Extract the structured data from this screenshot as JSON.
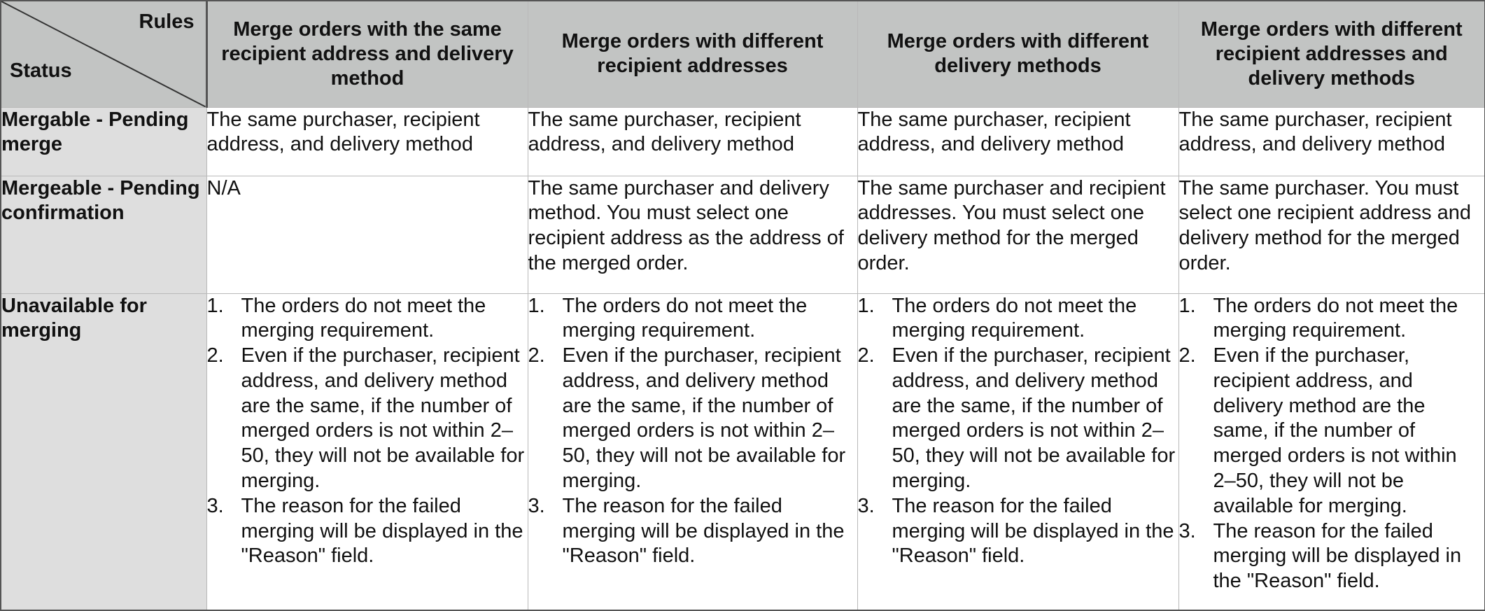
{
  "table": {
    "corner": {
      "top_label": "Rules",
      "bottom_label": "Status"
    },
    "columns": [
      "Merge orders with the same recipient address and delivery method",
      "Merge orders with different recipient addresses",
      "Merge orders with different delivery methods",
      "Merge orders with different recipient addresses and delivery methods"
    ],
    "rows": [
      {
        "status": "Mergable - Pending merge",
        "cells": [
          "The same purchaser, recipient address, and delivery method",
          "The same purchaser, recipient address, and delivery method",
          "The same purchaser, recipient address, and delivery method",
          "The same purchaser, recipient address, and delivery method"
        ]
      },
      {
        "status": "Mergeable - Pending confirmation",
        "cells": [
          "N/A",
          "The same purchaser and delivery method. You must select one recipient address as the address of the merged order.",
          "The same purchaser and recipient addresses. You must select one delivery method for the merged order.",
          "The same purchaser. You must select one recipient address and delivery method for the merged order."
        ]
      },
      {
        "status": "Unavailable for merging",
        "list_items": [
          {
            "num": "1.",
            "text": "The orders do not meet the merging requirement."
          },
          {
            "num": "2.",
            "text": "Even if the purchaser, recipient address, and delivery method are the same, if the number of merged orders is not within 2–50, they will not be available for merging."
          },
          {
            "num": "3.",
            "text": "The reason for the failed merging will be displayed in the \"Reason\" field."
          }
        ]
      }
    ]
  }
}
